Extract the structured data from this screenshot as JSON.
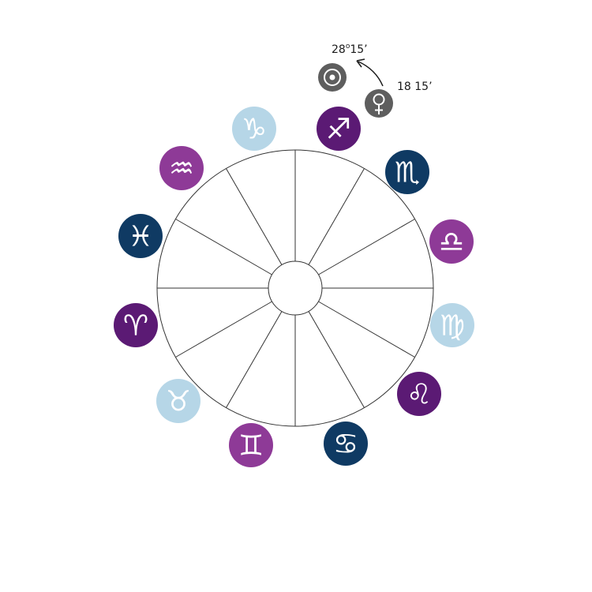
{
  "colors": {
    "background": "#ffffff",
    "wheel_stroke": "#333333",
    "dark_purple": "#5b1a74",
    "medium_purple": "#8e3a97",
    "navy": "#0f3a63",
    "light_blue": "#b6d6e7",
    "planet_gray": "#5e5e5e",
    "arrow": "#1a1a1a"
  },
  "wheel": {
    "segments": 12
  },
  "signs": [
    {
      "id": "capricorn",
      "glyph": "♑",
      "icon": "capricorn-icon",
      "color": "#b6d6e7"
    },
    {
      "id": "sagittarius",
      "glyph": "♐",
      "icon": "sagittarius-icon",
      "color": "#5b1a74"
    },
    {
      "id": "scorpio",
      "glyph": "♏",
      "icon": "scorpio-icon",
      "color": "#0f3a63"
    },
    {
      "id": "libra",
      "glyph": "♎",
      "icon": "libra-icon",
      "color": "#8e3a97"
    },
    {
      "id": "virgo",
      "glyph": "♍",
      "icon": "virgo-icon",
      "color": "#b6d6e7"
    },
    {
      "id": "leo",
      "glyph": "♌",
      "icon": "leo-icon",
      "color": "#5b1a74"
    },
    {
      "id": "cancer",
      "glyph": "♋",
      "icon": "cancer-icon",
      "color": "#0f3a63"
    },
    {
      "id": "gemini",
      "glyph": "♊",
      "icon": "gemini-icon",
      "color": "#8e3a97"
    },
    {
      "id": "taurus",
      "glyph": "♉",
      "icon": "taurus-icon",
      "color": "#b6d6e7"
    },
    {
      "id": "aries",
      "glyph": "♈",
      "icon": "aries-icon",
      "color": "#5b1a74"
    },
    {
      "id": "pisces",
      "glyph": "♓",
      "icon": "pisces-icon",
      "color": "#0f3a63"
    },
    {
      "id": "aquarius",
      "glyph": "♒",
      "icon": "aquarius-icon",
      "color": "#8e3a97"
    }
  ],
  "planets": {
    "sun": {
      "icon": "sun-icon",
      "glyph": "☉",
      "degree": "28",
      "minutes": "15’"
    },
    "venus": {
      "icon": "venus-icon",
      "glyph": "♀",
      "label": "18 15’"
    }
  }
}
